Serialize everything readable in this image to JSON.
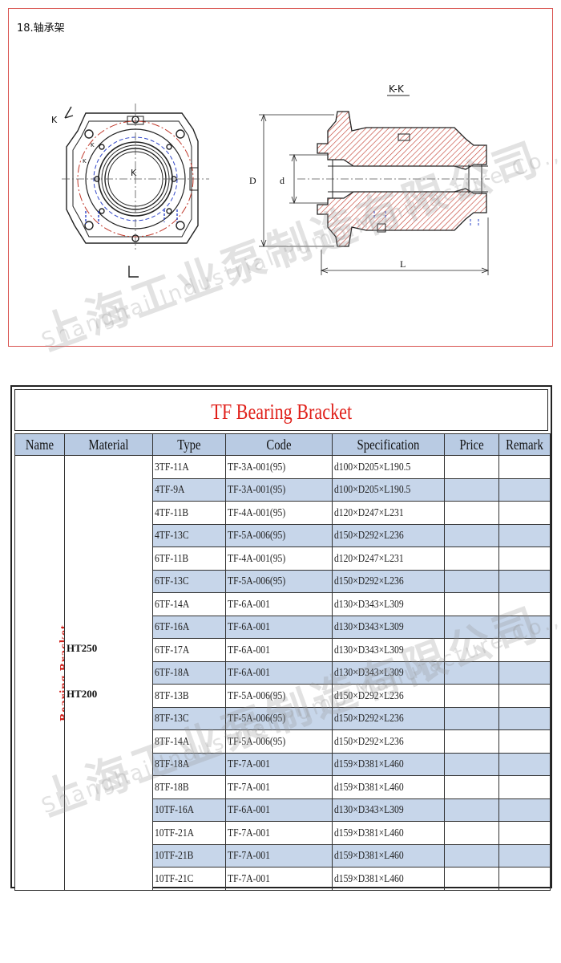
{
  "drawing": {
    "section_title": "18.轴承架",
    "view_label": "K-K",
    "k_labels": [
      "K",
      "K",
      "K",
      "K"
    ],
    "dim_D": "D",
    "dim_d": "d",
    "dim_L": "L"
  },
  "watermark": {
    "cn": "上海工业泵制造有限公司",
    "en": "Shanghai Industrial Pump Manufacture Co., Ltd."
  },
  "table": {
    "title": "TF Bearing Bracket",
    "headers": [
      "Name",
      "Material",
      "Type",
      "Code",
      "Specification",
      "Price",
      "Remark"
    ],
    "name": "Bearing Bracket",
    "materials": [
      "HT250",
      "HT200"
    ],
    "rows": [
      {
        "type": "3TF-11A",
        "code": "TF-3A-001(95)",
        "spec": "d100×D205×L190.5",
        "price": "",
        "remark": "",
        "shaded": false
      },
      {
        "type": "4TF-9A",
        "code": "TF-3A-001(95)",
        "spec": "d100×D205×L190.5",
        "price": "",
        "remark": "",
        "shaded": true
      },
      {
        "type": "4TF-11B",
        "code": "TF-4A-001(95)",
        "spec": "d120×D247×L231",
        "price": "",
        "remark": "",
        "shaded": false
      },
      {
        "type": "4TF-13C",
        "code": "TF-5A-006(95)",
        "spec": "d150×D292×L236",
        "price": "",
        "remark": "",
        "shaded": true
      },
      {
        "type": "6TF-11B",
        "code": "TF-4A-001(95)",
        "spec": "d120×D247×L231",
        "price": "",
        "remark": "",
        "shaded": false
      },
      {
        "type": "6TF-13C",
        "code": "TF-5A-006(95)",
        "spec": "d150×D292×L236",
        "price": "",
        "remark": "",
        "shaded": true
      },
      {
        "type": "6TF-14A",
        "code": "TF-6A-001",
        "spec": "d130×D343×L309",
        "price": "",
        "remark": "",
        "shaded": false
      },
      {
        "type": "6TF-16A",
        "code": "TF-6A-001",
        "spec": "d130×D343×L309",
        "price": "",
        "remark": "",
        "shaded": true
      },
      {
        "type": "6TF-17A",
        "code": "TF-6A-001",
        "spec": "d130×D343×L309",
        "price": "",
        "remark": "",
        "shaded": false
      },
      {
        "type": "6TF-18A",
        "code": "TF-6A-001",
        "spec": "d130×D343×L309",
        "price": "",
        "remark": "",
        "shaded": true
      },
      {
        "type": "8TF-13B",
        "code": "TF-5A-006(95)",
        "spec": "d150×D292×L236",
        "price": "",
        "remark": "",
        "shaded": false
      },
      {
        "type": "8TF-13C",
        "code": "TF-5A-006(95)",
        "spec": "d150×D292×L236",
        "price": "",
        "remark": "",
        "shaded": true
      },
      {
        "type": "8TF-14A",
        "code": "TF-5A-006(95)",
        "spec": "d150×D292×L236",
        "price": "",
        "remark": "",
        "shaded": false
      },
      {
        "type": "8TF-18A",
        "code": "TF-7A-001",
        "spec": "d159×D381×L460",
        "price": "",
        "remark": "",
        "shaded": true
      },
      {
        "type": "8TF-18B",
        "code": "TF-7A-001",
        "spec": "d159×D381×L460",
        "price": "",
        "remark": "",
        "shaded": false
      },
      {
        "type": "10TF-16A",
        "code": "TF-6A-001",
        "spec": "d130×D343×L309",
        "price": "",
        "remark": "",
        "shaded": true
      },
      {
        "type": "10TF-21A",
        "code": "TF-7A-001",
        "spec": "d159×D381×L460",
        "price": "",
        "remark": "",
        "shaded": false
      },
      {
        "type": "10TF-21B",
        "code": "TF-7A-001",
        "spec": "d159×D381×L460",
        "price": "",
        "remark": "",
        "shaded": true
      },
      {
        "type": "10TF-21C",
        "code": "TF-7A-001",
        "spec": "d159×D381×L460",
        "price": "",
        "remark": "",
        "shaded": false
      }
    ]
  },
  "colors": {
    "header_bg": "#b9cbe3",
    "row_shade": "#c7d6ea",
    "title_red": "#e0201a",
    "drawing_red": "#d9534f"
  }
}
